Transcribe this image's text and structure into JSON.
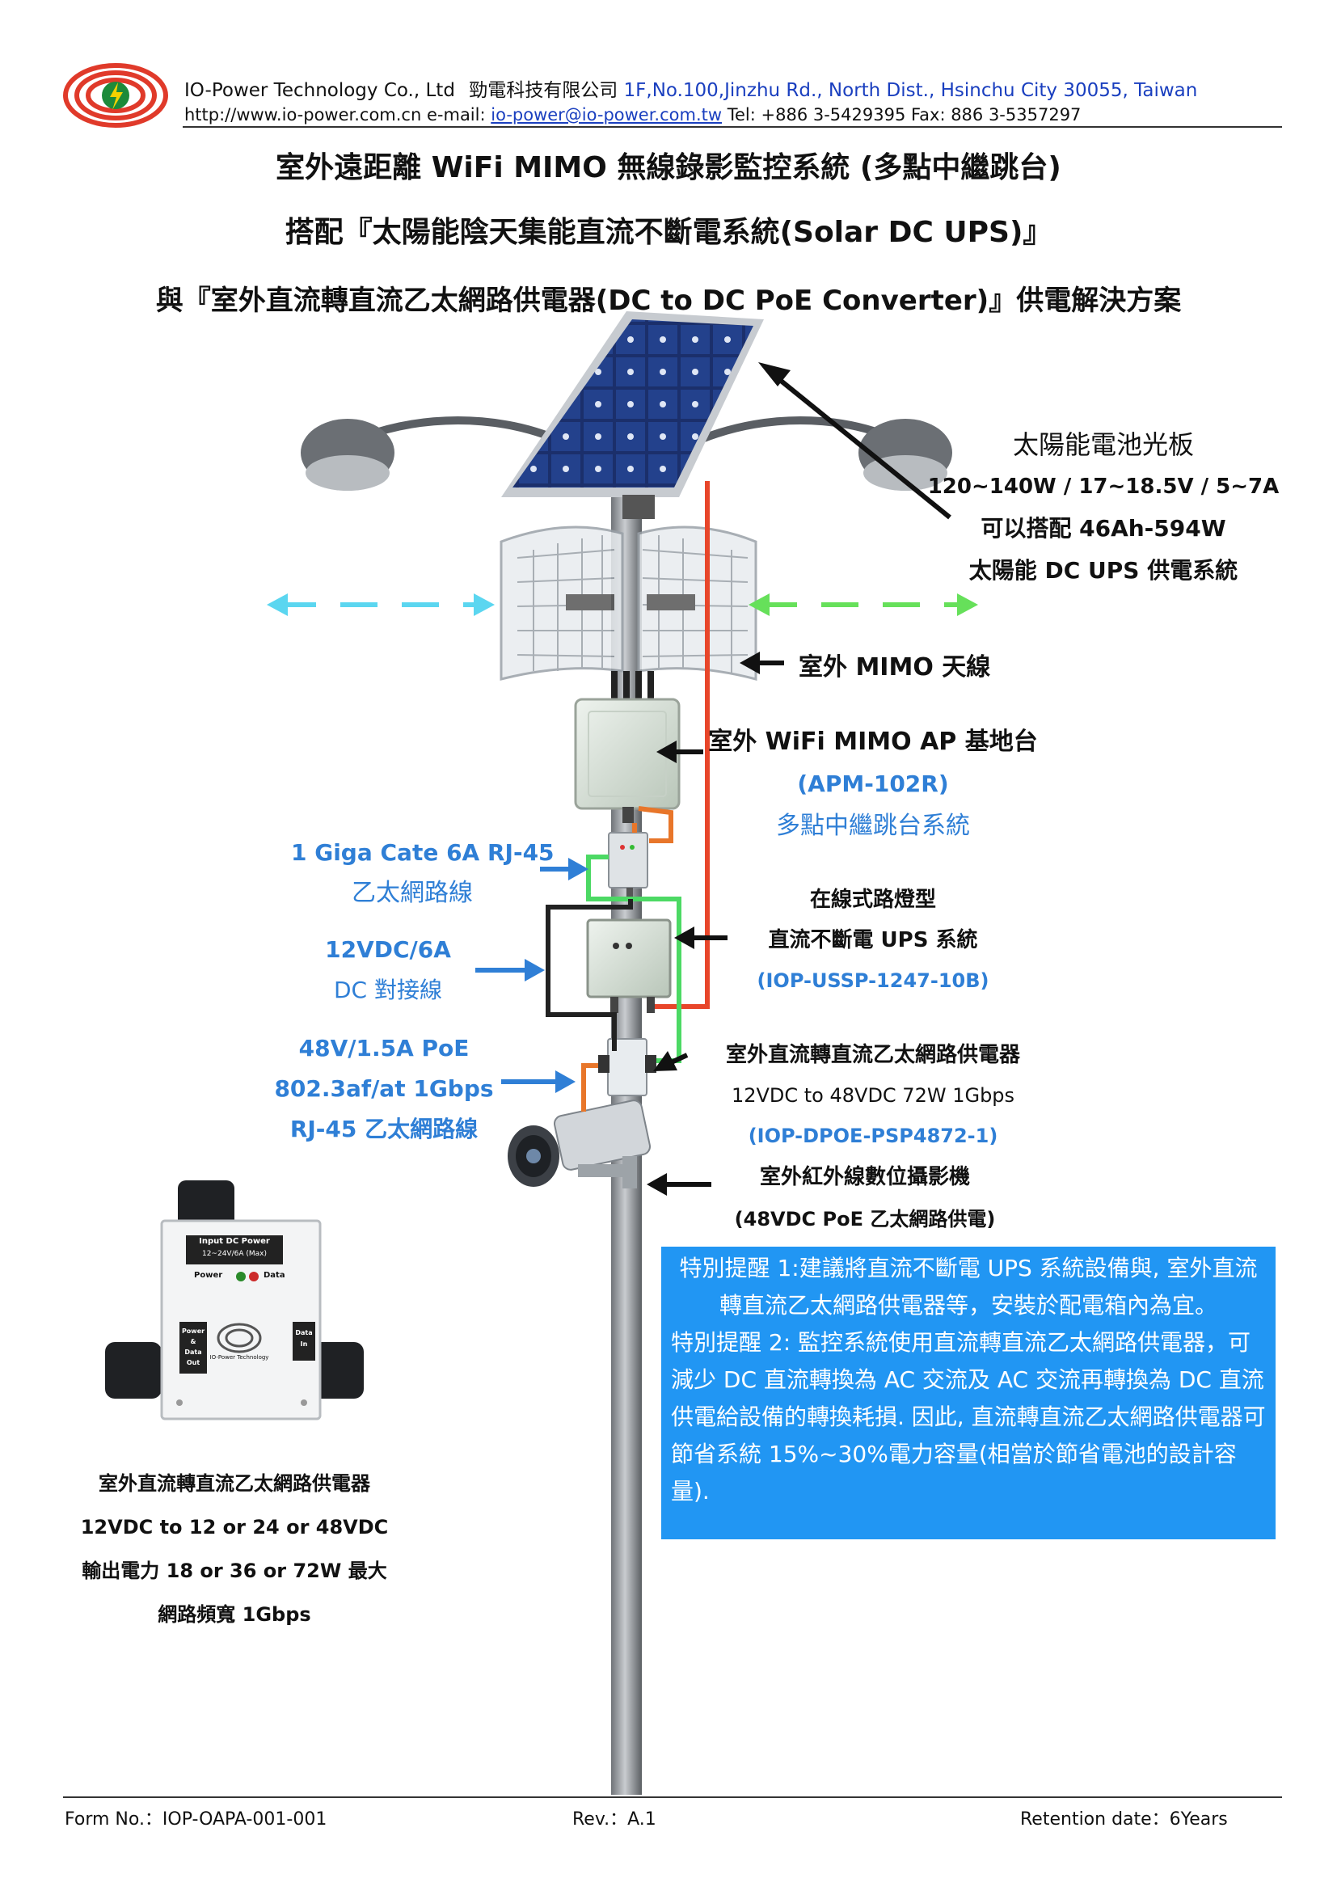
{
  "header": {
    "company": "IO-Power Technology Co., Ltd",
    "company_cn": "勁電科技有限公司",
    "address": "1F,No.100,Jinzhu Rd., North Dist., Hsinchu City 30055, Taiwan",
    "website": "http://www.io-power.com.cn",
    "email_label": "e-mail:",
    "email": "io-power@io-power.com.tw",
    "phones": "Tel: +886 3-5429395 Fax: 886 3-5357297"
  },
  "titles": {
    "line1": "室外遠距離 WiFi MIMO 無線錄影監控系統 (多點中繼跳台)",
    "line2": "搭配『太陽能陰天集能直流不斷電系統(Solar DC UPS)』",
    "line3": "與『室外直流轉直流乙太網路供電器(DC to DC PoE Converter)』供電解決方案"
  },
  "labels": {
    "solar": [
      "太陽能電池光板",
      "120~140W / 17~18.5V / 5~7A",
      "可以搭配 46Ah-594W",
      "太陽能 DC UPS 供電系統"
    ],
    "antenna": "室外 MIMO 天線",
    "ap": [
      "室外 WiFi MIMO AP 基地台",
      "(APM-102R)",
      "多點中繼跳台系統"
    ],
    "cat6a": [
      "1 Giga Cate 6A RJ-45",
      "乙太網路線"
    ],
    "dc_cable": [
      "12VDC/6A",
      "DC 對接線"
    ],
    "poe_cable": [
      "48V/1.5A PoE",
      "802.3af/at 1Gbps",
      "RJ-45 乙太網路線"
    ],
    "ups": [
      "在線式路燈型",
      "直流不斷電  UPS  系統",
      "(IOP-USSP-1247-10B)"
    ],
    "converter": [
      "室外直流轉直流乙太網路供電器",
      "12VDC to 48VDC 72W 1Gbps",
      "(IOP-DPOE-PSP4872-1)"
    ],
    "camera": [
      "室外紅外線數位攝影機",
      "(48VDC PoE  乙太網路供電)"
    ],
    "product": [
      "室外直流轉直流乙太網路供電器",
      "12VDC to 12 or 24 or 48VDC",
      "輸出電力 18 or 36 or 72W  最大",
      "網路頻寬 1Gbps"
    ]
  },
  "device": {
    "input_label": "Input DC Power",
    "input_spec": "12~24V/6A (Max)",
    "power": "Power",
    "data": "Data",
    "port_left": [
      "Power",
      "&",
      "Data",
      "Out"
    ],
    "port_right": [
      "Data",
      "In"
    ],
    "brand": "IO-Power Technology"
  },
  "note": {
    "p1": "特別提醒 1:建議將直流不斷電  UPS  系統設備與, 室外直流轉直流乙太網路供電器等，安裝於配電箱內為宜。",
    "p2": "特別提醒 2:  監控系統使用直流轉直流乙太網路供電器，可減少 DC 直流轉換為 AC 交流及 AC 交流再轉換為 DC 直流供電給設備的轉換耗損. 因此, 直流轉直流乙太網路供電器可節省系統 15%~30%電力容量(相當於節省電池的設計容量)."
  },
  "footer": {
    "form": "Form No.：IOP-OAPA-001-001",
    "rev": "Rev.：A.1",
    "retention": "Retention date：6Years"
  },
  "colors": {
    "blue_text": "#2f7fd6",
    "note_bg": "#2196f3",
    "cable_red": "#e8462a",
    "cable_green": "#4cd964",
    "arrow_cyan": "#5bd6f0",
    "arrow_green": "#66e05a"
  }
}
